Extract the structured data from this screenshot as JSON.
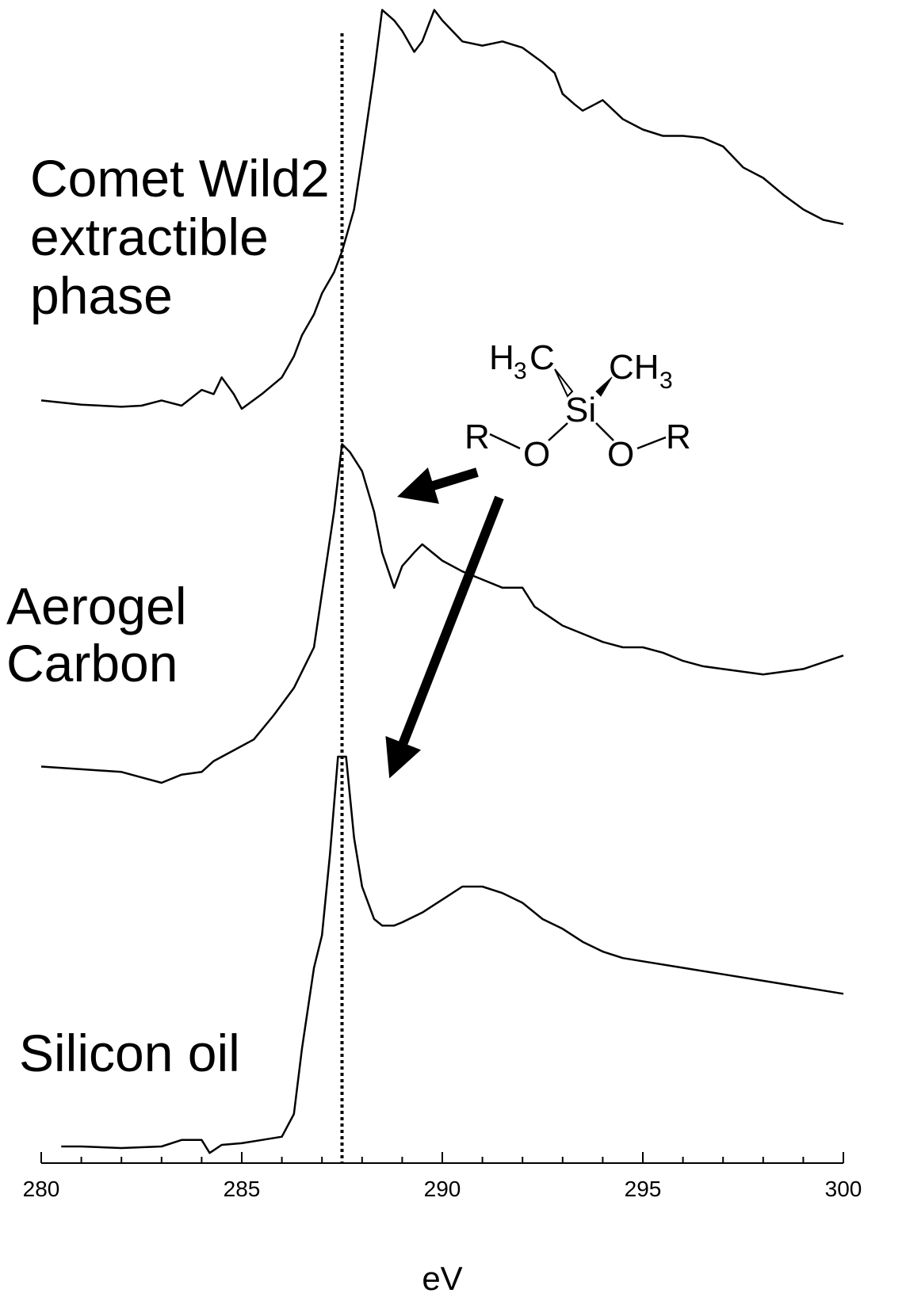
{
  "chart_data": {
    "type": "line",
    "xlabel": "eV",
    "xlim": [
      280,
      300
    ],
    "xticks": [
      280,
      285,
      290,
      295,
      300
    ],
    "grid": false,
    "legend": "none",
    "reference_line": {
      "x": 287.5,
      "style": "dotted"
    },
    "series": [
      {
        "name": "Comet Wild2 extractible phase",
        "label_lines": [
          "Comet Wild2",
          "extractible",
          "phase"
        ],
        "points": [
          [
            280,
            0.04
          ],
          [
            281,
            0.02
          ],
          [
            282,
            0.01
          ],
          [
            282.5,
            0.015
          ],
          [
            283,
            0.04
          ],
          [
            283.5,
            0.015
          ],
          [
            284,
            0.09
          ],
          [
            284.3,
            0.07
          ],
          [
            284.5,
            0.15
          ],
          [
            284.8,
            0.07
          ],
          [
            285,
            0.0
          ],
          [
            285.5,
            0.07
          ],
          [
            286,
            0.15
          ],
          [
            286.3,
            0.25
          ],
          [
            286.5,
            0.35
          ],
          [
            286.8,
            0.45
          ],
          [
            287,
            0.55
          ],
          [
            287.3,
            0.65
          ],
          [
            287.5,
            0.75
          ],
          [
            287.8,
            0.95
          ],
          [
            288,
            1.2
          ],
          [
            288.3,
            1.6
          ],
          [
            288.5,
            1.9
          ],
          [
            288.8,
            1.85
          ],
          [
            289,
            1.8
          ],
          [
            289.3,
            1.7
          ],
          [
            289.5,
            1.75
          ],
          [
            289.8,
            1.9
          ],
          [
            290,
            1.85
          ],
          [
            290.5,
            1.75
          ],
          [
            291,
            1.73
          ],
          [
            291.5,
            1.75
          ],
          [
            292,
            1.72
          ],
          [
            292.5,
            1.65
          ],
          [
            292.8,
            1.6
          ],
          [
            293,
            1.5
          ],
          [
            293.3,
            1.45
          ],
          [
            293.5,
            1.42
          ],
          [
            293.8,
            1.45
          ],
          [
            294,
            1.47
          ],
          [
            294.5,
            1.38
          ],
          [
            295,
            1.33
          ],
          [
            295.5,
            1.3
          ],
          [
            296,
            1.3
          ],
          [
            296.5,
            1.29
          ],
          [
            297,
            1.25
          ],
          [
            297.5,
            1.15
          ],
          [
            298,
            1.1
          ],
          [
            298.5,
            1.02
          ],
          [
            299,
            0.95
          ],
          [
            299.5,
            0.9
          ],
          [
            300,
            0.88
          ]
        ]
      },
      {
        "name": "Aerogel Carbon",
        "label_lines": [
          "Aerogel",
          "Carbon"
        ],
        "points": [
          [
            280,
            0.06
          ],
          [
            281,
            0.05
          ],
          [
            282,
            0.04
          ],
          [
            282.5,
            0.02
          ],
          [
            283,
            0.0
          ],
          [
            283.5,
            0.03
          ],
          [
            284,
            0.04
          ],
          [
            284.3,
            0.08
          ],
          [
            284.8,
            0.12
          ],
          [
            285.3,
            0.16
          ],
          [
            285.8,
            0.25
          ],
          [
            286.3,
            0.35
          ],
          [
            286.8,
            0.5
          ],
          [
            287,
            0.7
          ],
          [
            287.3,
            1.0
          ],
          [
            287.5,
            1.25
          ],
          [
            287.7,
            1.22
          ],
          [
            288,
            1.15
          ],
          [
            288.3,
            1.0
          ],
          [
            288.5,
            0.85
          ],
          [
            288.8,
            0.72
          ],
          [
            289,
            0.8
          ],
          [
            289.3,
            0.85
          ],
          [
            289.5,
            0.88
          ],
          [
            290,
            0.82
          ],
          [
            290.5,
            0.78
          ],
          [
            291,
            0.75
          ],
          [
            291.5,
            0.72
          ],
          [
            292,
            0.72
          ],
          [
            292.3,
            0.65
          ],
          [
            292.8,
            0.6
          ],
          [
            293,
            0.58
          ],
          [
            293.5,
            0.55
          ],
          [
            294,
            0.52
          ],
          [
            294.5,
            0.5
          ],
          [
            295,
            0.5
          ],
          [
            295.5,
            0.48
          ],
          [
            296,
            0.45
          ],
          [
            296.5,
            0.43
          ],
          [
            297,
            0.42
          ],
          [
            298,
            0.4
          ],
          [
            299,
            0.42
          ],
          [
            300,
            0.47
          ]
        ]
      },
      {
        "name": "Silicon oil",
        "label_lines": [
          "Silicon oil"
        ],
        "points": [
          [
            280.5,
            0.0
          ],
          [
            281,
            0.0
          ],
          [
            282,
            -0.005
          ],
          [
            283,
            0.0
          ],
          [
            283.5,
            0.02
          ],
          [
            284,
            0.02
          ],
          [
            284.2,
            -0.02
          ],
          [
            284.5,
            0.005
          ],
          [
            285,
            0.01
          ],
          [
            285.5,
            0.02
          ],
          [
            286,
            0.03
          ],
          [
            286.3,
            0.1
          ],
          [
            286.5,
            0.3
          ],
          [
            286.8,
            0.55
          ],
          [
            287,
            0.65
          ],
          [
            287.2,
            0.9
          ],
          [
            287.4,
            1.2
          ],
          [
            287.6,
            1.2
          ],
          [
            287.8,
            0.95
          ],
          [
            288,
            0.8
          ],
          [
            288.3,
            0.7
          ],
          [
            288.5,
            0.68
          ],
          [
            288.8,
            0.68
          ],
          [
            289,
            0.69
          ],
          [
            289.5,
            0.72
          ],
          [
            290,
            0.76
          ],
          [
            290.5,
            0.8
          ],
          [
            291,
            0.8
          ],
          [
            291.5,
            0.78
          ],
          [
            292,
            0.75
          ],
          [
            292.5,
            0.7
          ],
          [
            293,
            0.67
          ],
          [
            293.5,
            0.63
          ],
          [
            294,
            0.6
          ],
          [
            294.5,
            0.58
          ],
          [
            295,
            0.57
          ],
          [
            296,
            0.55
          ],
          [
            297,
            0.53
          ],
          [
            298,
            0.51
          ],
          [
            299,
            0.49
          ],
          [
            300,
            0.47
          ]
        ]
      }
    ]
  },
  "molecule": {
    "left_methyl": "H",
    "left_methyl_sub": "3",
    "left_methyl_c": "C",
    "right_methyl": "CH",
    "right_methyl_sub": "3",
    "center": "Si",
    "oxygen": "O",
    "r_group": "R"
  }
}
